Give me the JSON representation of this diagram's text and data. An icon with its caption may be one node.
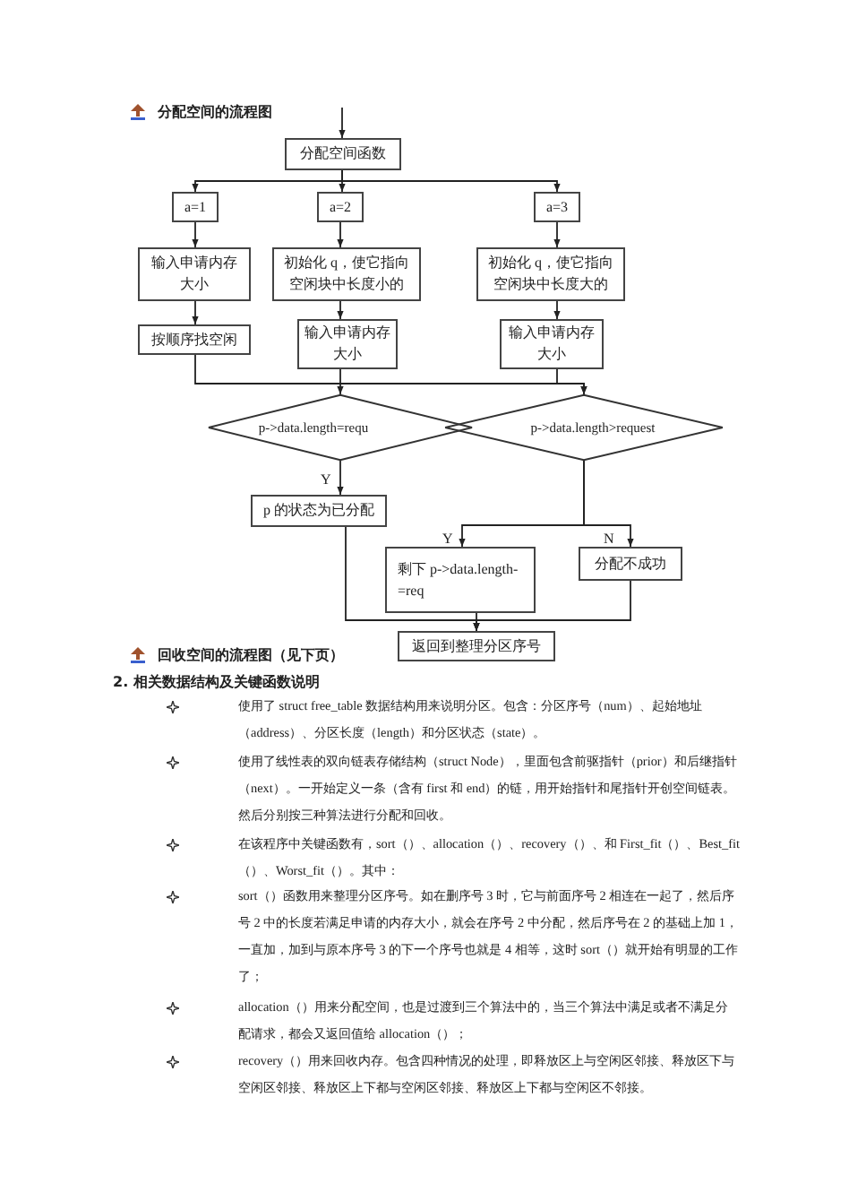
{
  "diagram": {
    "title": "分配空间的流程图",
    "nodes": [
      {
        "text": [
          "分配空间函数"
        ]
      },
      {
        "text": [
          "a=1"
        ]
      },
      {
        "text": [
          "a=2"
        ]
      },
      {
        "text": [
          "a=3"
        ]
      },
      {
        "text": [
          "输入申请内存大小"
        ]
      },
      {
        "text": [
          "初始化 q，使它指向空闲块中长度小的"
        ]
      },
      {
        "text": [
          "初始化 q，使它指向空闲块中长度大的"
        ]
      },
      {
        "text": [
          "按顺序找空闲"
        ]
      },
      {
        "text": [
          "输入申请内存大小"
        ]
      },
      {
        "text": [
          "输入申请内存大小"
        ]
      },
      {
        "text": [
          "p->data.length=requ"
        ]
      },
      {
        "text": [
          "p->data.length>request"
        ]
      },
      {
        "text": [
          "p 的状态为已分配"
        ]
      },
      {
        "text": [
          "剩下 p->data.length-=req"
        ]
      },
      {
        "text": [
          "分配不成功"
        ]
      },
      {
        "text": [
          "返回到整理分区序号"
        ]
      }
    ],
    "edges": [
      {
        "from": null,
        "to": 0,
        "arrow": "to"
      },
      {
        "from": 0,
        "to": 1,
        "arrow": "to"
      },
      {
        "from": 0,
        "to": 2,
        "arrow": "to"
      },
      {
        "from": 0,
        "to": 3,
        "arrow": "to"
      },
      {
        "from": 1,
        "to": 4,
        "arrow": "to"
      },
      {
        "from": 2,
        "to": 5,
        "arrow": "to"
      },
      {
        "from": 3,
        "to": 6,
        "arrow": "to"
      },
      {
        "from": 4,
        "to": 7,
        "arrow": "to"
      },
      {
        "from": 5,
        "to": 8,
        "arrow": "to"
      },
      {
        "from": 6,
        "to": 9,
        "arrow": "to"
      },
      {
        "from": 7,
        "to": 11,
        "arrow": "to"
      },
      {
        "from": 8,
        "to": 10,
        "arrow": "to"
      },
      {
        "from": 9,
        "to": 11,
        "arrow": "to"
      },
      {
        "from": 10,
        "to": 12,
        "label": "Y",
        "arrow": "to"
      },
      {
        "from": 11,
        "to": 13,
        "label": "Y",
        "arrow": "to"
      },
      {
        "from": 11,
        "to": 14,
        "label": "N",
        "arrow": "to"
      },
      {
        "from": 12,
        "to": 15,
        "arrow": "to"
      },
      {
        "from": 13,
        "to": 15,
        "arrow": "to"
      },
      {
        "from": 14,
        "to": 15,
        "arrow": "to"
      }
    ],
    "labels": [
      "回收空间的流程图（见下页）",
      "2. 相关数据结构及关键函数说明",
      "使用了 struct free_table 数据结构用来说明分区。包含：分区序号（num）、起始地址（address）、分区长度（length）和分区状态（state）。",
      "使用了线性表的双向链表存储结构（struct Node），里面包含前驱指针（prior）和后继指针（next）。一开始定义一条（含有 first 和 end）的链，用开始指针和尾指针开创空间链表。然后分别按三种算法进行分配和回收。",
      "在该程序中关键函数有，sort（）、allocation（）、recovery（）、和 First_fit（）、Best_fit（）、Worst_fit（）。其中：",
      "sort（）函数用来整理分区序号。如在删序号 3 时，它与前面序号 2 相连在一起了，然后序号 2 中的长度若满足申请的内存大小，就会在序号 2 中分配，然后序号在 2 的基础上加 1，一直加，加到与原本序号 3 的下一个序号也就是 4 相等，这时 sort（）就开始有明显的工作了；",
      "allocation（）用来分配空间，也是过渡到三个算法中的，当三个算法中满足或者不满足分配请求，都会又返回值给 allocation（）；",
      "recovery（）用来回收内存。包含四种情况的处理，即释放区上与空闲区邻接、释放区下与空闲区邻接、释放区上下都与空闲区邻接、释放区上下都与空闲区不邻接。"
    ]
  }
}
